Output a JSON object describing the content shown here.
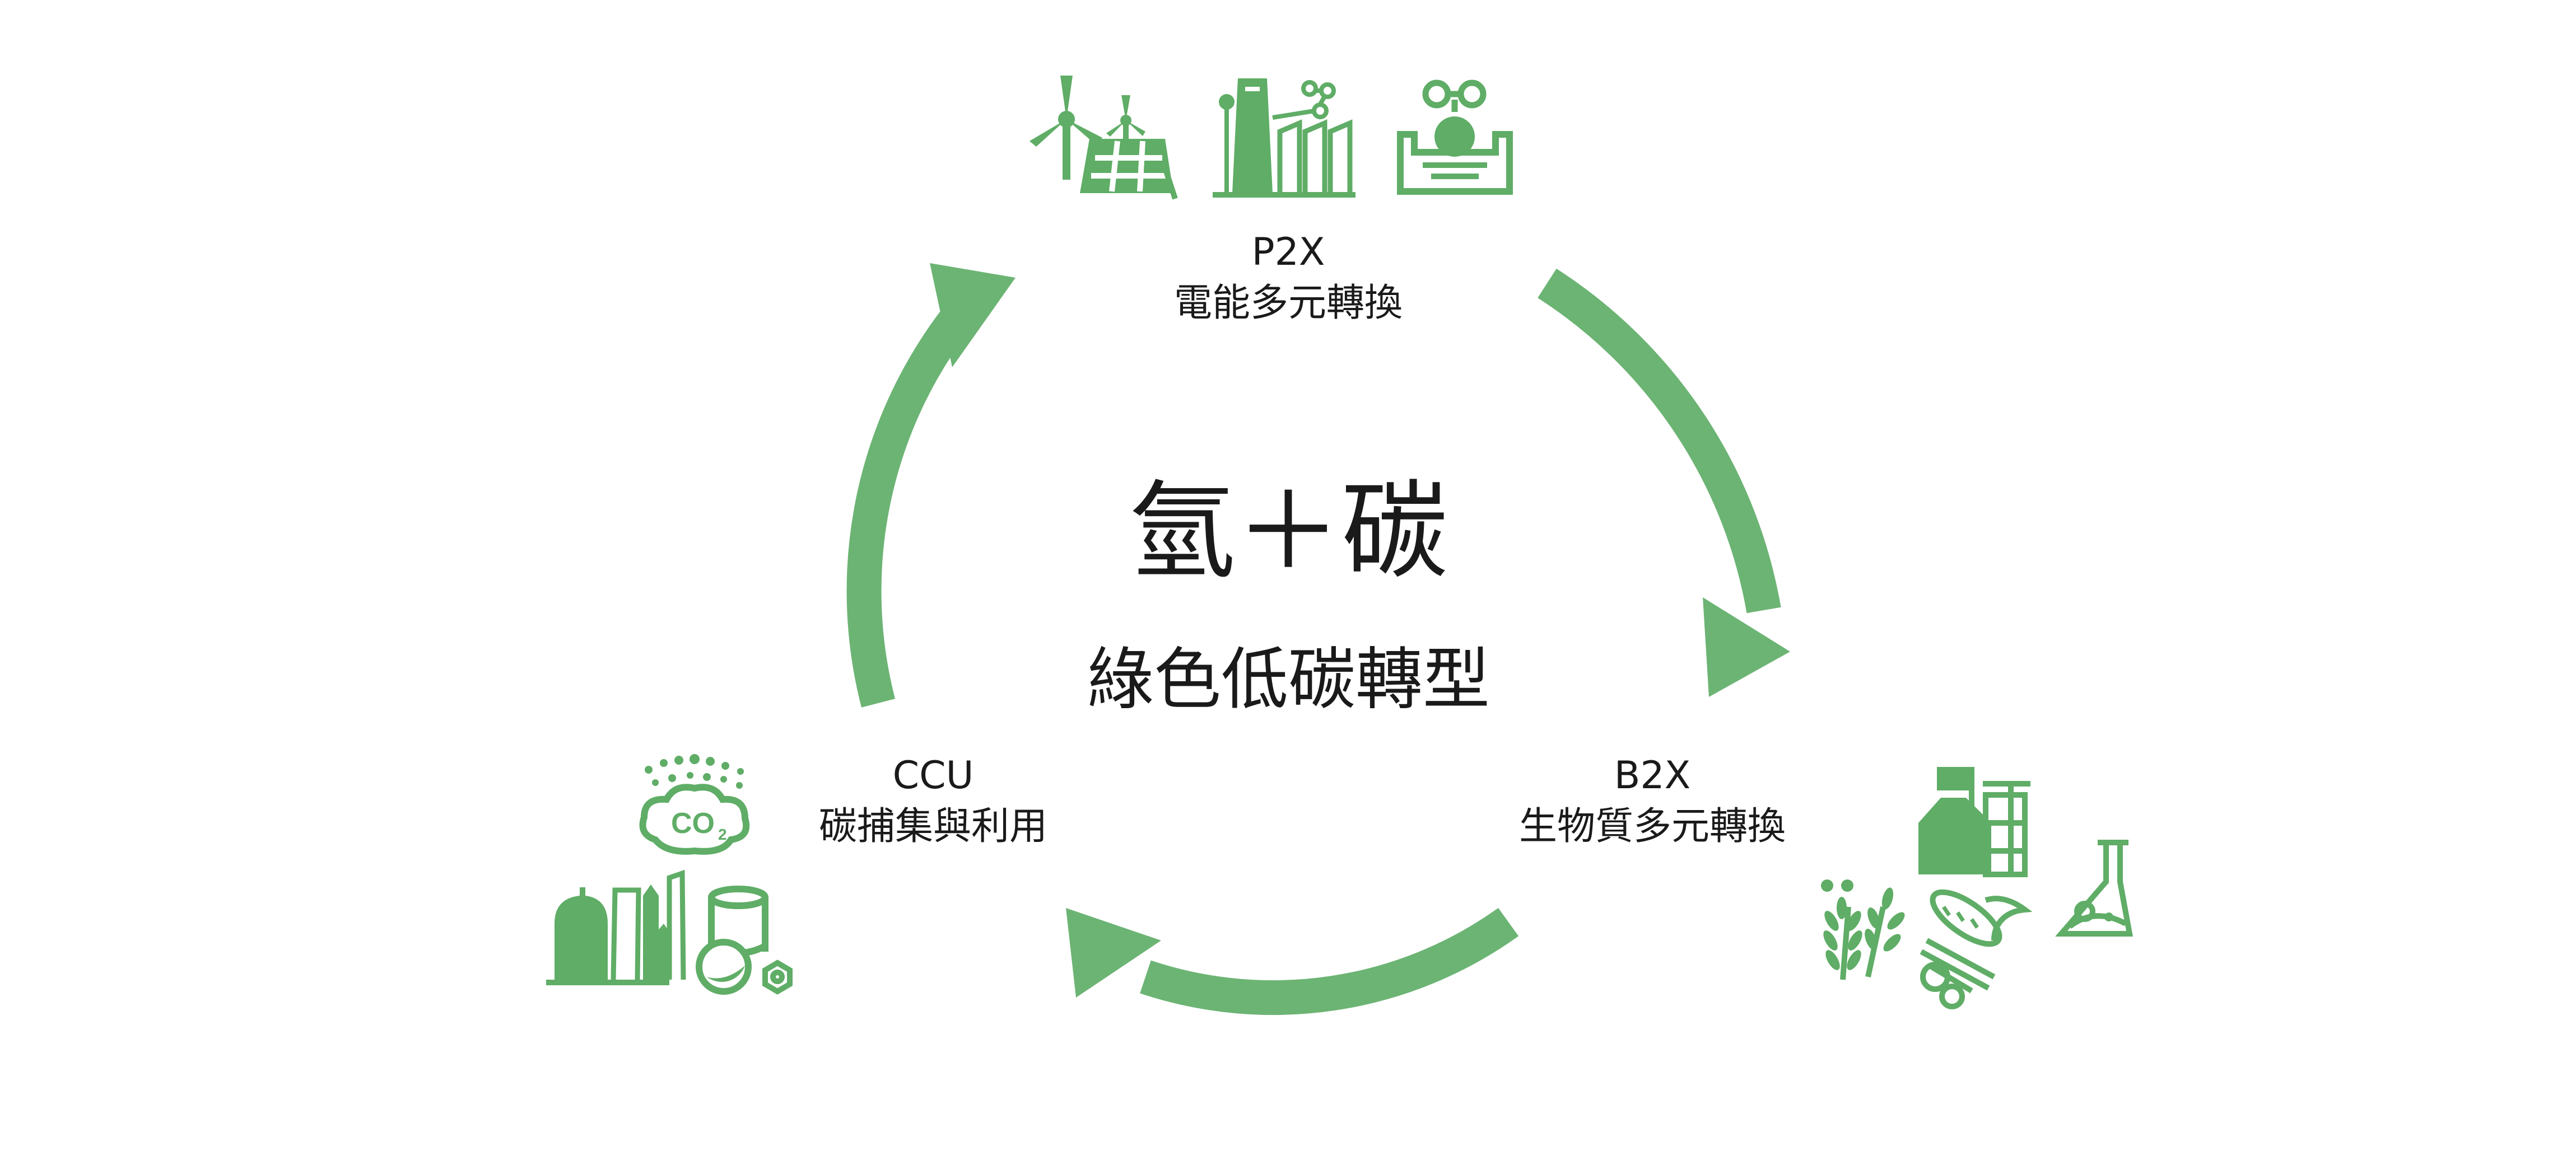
{
  "colors": {
    "accent_green": "#6cb474",
    "icon_green": "#5fad66",
    "text": "#1a1a1a"
  },
  "center": {
    "title": "氫＋碳",
    "subtitle": "綠色低碳轉型"
  },
  "nodes": {
    "p2x": {
      "code": "P2X",
      "name": "電能多元轉換",
      "icons": [
        "wind-turbine-icon",
        "solar-panel-icon",
        "factory-icon",
        "electrolyzer-icon"
      ]
    },
    "b2x": {
      "code": "B2X",
      "name": "生物質多元轉換",
      "icons": [
        "biorefinery-icon",
        "wheat-icon",
        "corn-icon",
        "flask-icon"
      ]
    },
    "ccu": {
      "code": "CCU",
      "name": "碳捕集與利用",
      "icons": [
        "co2-cloud-icon",
        "industrial-plant-icon",
        "storage-tank-icon",
        "hex-nut-icon"
      ]
    }
  },
  "arrows": [
    "arrow-p2x-to-b2x",
    "arrow-b2x-to-ccu",
    "arrow-ccu-to-p2x"
  ]
}
